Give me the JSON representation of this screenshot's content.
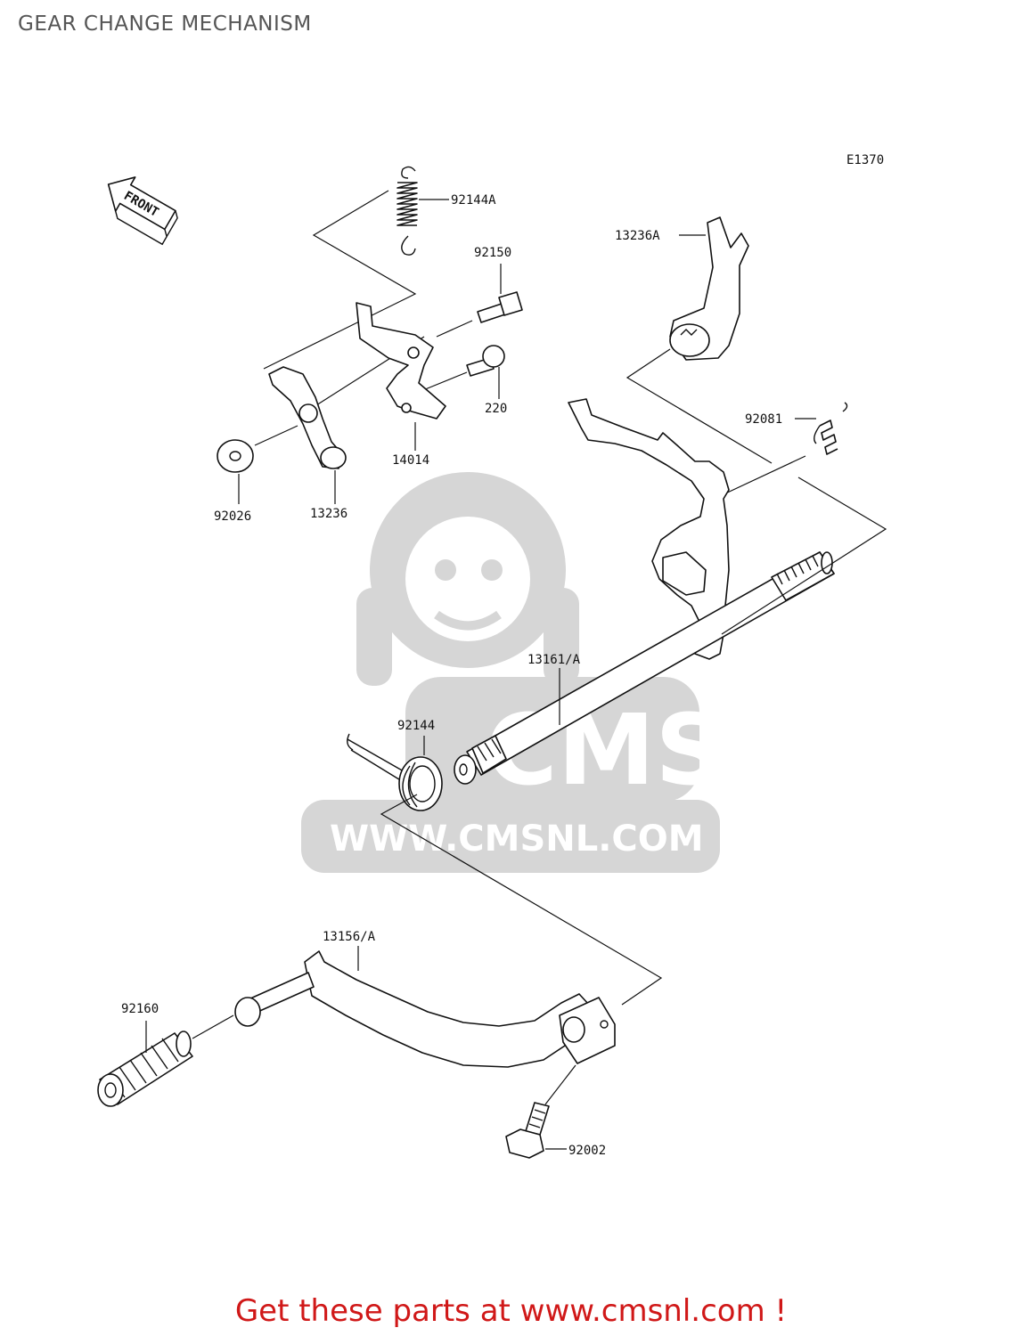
{
  "page": {
    "title": "GEAR CHANGE MECHANISM",
    "diagram_code": "E1370",
    "front_label": "FRONT",
    "footer_cta": "Get these parts at www.cmsnl.com !"
  },
  "watermark": {
    "brand": "CMS",
    "url": "WWW.CMSNL.COM",
    "color": "#d6d6d6"
  },
  "parts": [
    {
      "id": "p-92144A",
      "number": "92144A"
    },
    {
      "id": "p-92150",
      "number": "92150"
    },
    {
      "id": "p-220",
      "number": "220"
    },
    {
      "id": "p-14014",
      "number": "14014"
    },
    {
      "id": "p-13236",
      "number": "13236"
    },
    {
      "id": "p-92026",
      "number": "92026"
    },
    {
      "id": "p-13236A",
      "number": "13236A"
    },
    {
      "id": "p-92081",
      "number": "92081"
    },
    {
      "id": "p-13161A",
      "number": "13161/A"
    },
    {
      "id": "p-92144",
      "number": "92144"
    },
    {
      "id": "p-13156A",
      "number": "13156/A"
    },
    {
      "id": "p-92160",
      "number": "92160"
    },
    {
      "id": "p-92002",
      "number": "92002"
    }
  ],
  "colors": {
    "title": "#555555",
    "footer": "#d01818",
    "line": "#111111"
  }
}
